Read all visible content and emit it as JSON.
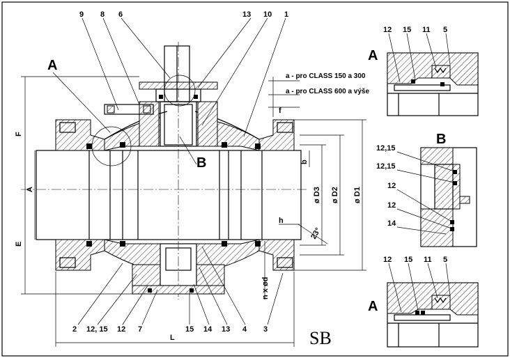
{
  "title": "SB",
  "section_labels": {
    "A_main": "A",
    "B_main": "B",
    "A_detail_top": "A",
    "B_detail": "B",
    "A_detail_bottom": "A"
  },
  "callouts_top": [
    "9",
    "8",
    "6",
    "13",
    "10",
    "1"
  ],
  "callouts_bottom": [
    "2",
    "12, 15",
    "12",
    "7",
    "15",
    "14",
    "13",
    "4",
    "3"
  ],
  "dimensions": {
    "F": "F",
    "A": "A",
    "E": "E",
    "L": "L",
    "D1": "ø D1",
    "D2": "ø D2",
    "D3": "ø D3",
    "b": "b",
    "f": "f",
    "h": "h",
    "angle": "23°",
    "holes": "n x ød"
  },
  "notes": {
    "a_class150": "a  - pro CLASS 150 a 300",
    "a_class600": "a  - pro CLASS 600 a výše"
  },
  "detail_A_top_callouts": [
    "12",
    "15",
    "11",
    "5"
  ],
  "detail_B_callouts": [
    "12,15",
    "12,15",
    "12",
    "12",
    "14"
  ],
  "detail_A_bottom_callouts": [
    "12",
    "15",
    "11",
    "5"
  ]
}
